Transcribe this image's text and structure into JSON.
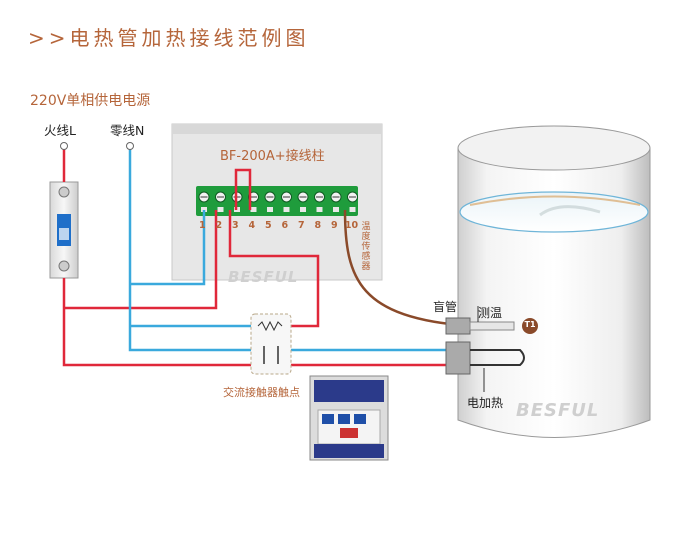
{
  "title": ">>电热管加热接线范例图",
  "power_label": "220V单相供电电源",
  "live_label": "火线L",
  "neutral_label": "零线N",
  "controller": {
    "title": "BF-200A+接线柱",
    "terminals": [
      "1",
      "2",
      "3",
      "4",
      "5",
      "6",
      "7",
      "8",
      "9",
      "10"
    ],
    "watermark": "BESFUL"
  },
  "sensor_label": "温度传感器",
  "blind_pipe_label": "盲管",
  "temp_measure_label": "测温",
  "t1_badge": "T1",
  "heater_label": "电加热",
  "contact_label": "交流接触器触点",
  "tank_watermark": "BESFUL",
  "colors": {
    "title": "#b5653a",
    "live_wire": "#e0283a",
    "neutral_wire": "#3aa9dd",
    "sensor_wire": "#8a4a2a",
    "terminal_block": "#1f9c3c",
    "panel": "#e7e7e7"
  }
}
